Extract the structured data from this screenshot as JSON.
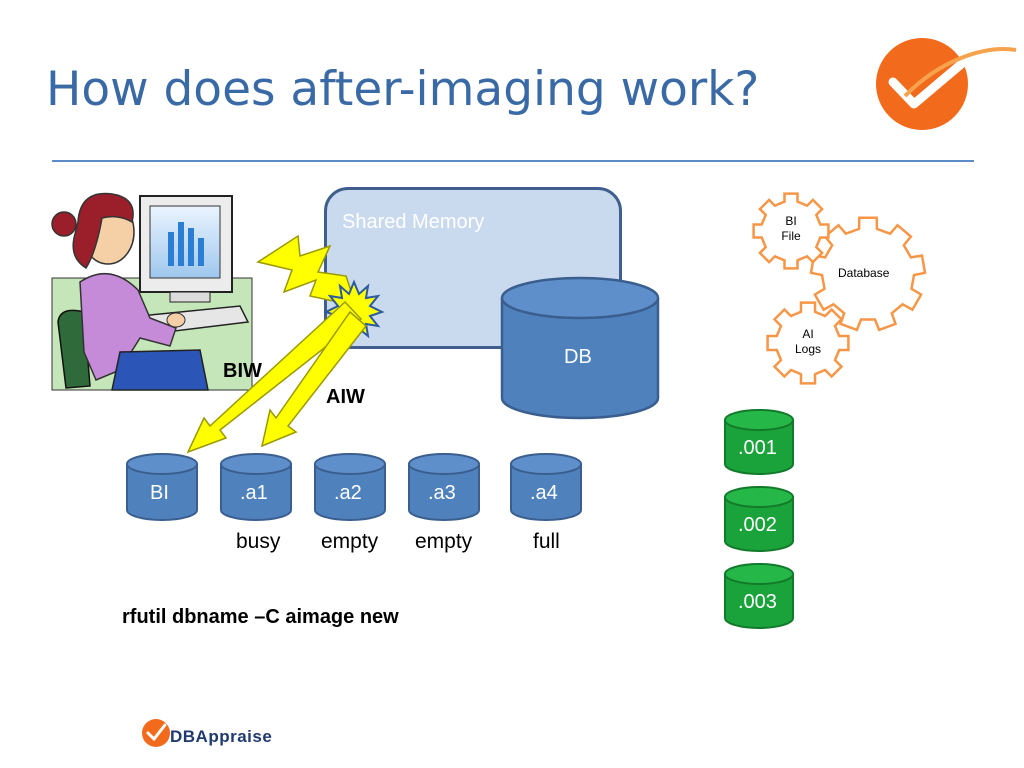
{
  "slide": {
    "title": "How does after-imaging work?",
    "shared_memory_label": "Shared Memory",
    "db_label": "DB",
    "biw_label": "BIW",
    "aiw_label": "AIW",
    "extents": [
      {
        "label": "BI",
        "status": ""
      },
      {
        "label": ".a1",
        "status": "busy"
      },
      {
        "label": ".a2",
        "status": "empty"
      },
      {
        "label": ".a3",
        "status": "empty"
      },
      {
        "label": ".a4",
        "status": "full"
      }
    ],
    "archives": [
      ".001",
      ".002",
      ".003"
    ],
    "gears": [
      {
        "line1": "BI",
        "line2": "File"
      },
      {
        "line1": "Database",
        "line2": ""
      },
      {
        "line1": "AI",
        "line2": "Logs"
      }
    ],
    "command": "rfutil dbname –C aimage new",
    "brand_text": "DBAppraise"
  },
  "colors": {
    "title": "#3a6aa6",
    "cylinder_blue": "#4f81bd",
    "cylinder_green": "#1aa33a",
    "arrow_yellow": "#ffff00",
    "gear_orange": "#f79646",
    "logo_orange": "#f26a1b"
  },
  "icons": {
    "logo": "orange-checkmark-circle-icon",
    "user": "woman-at-computer-clipart-icon"
  }
}
